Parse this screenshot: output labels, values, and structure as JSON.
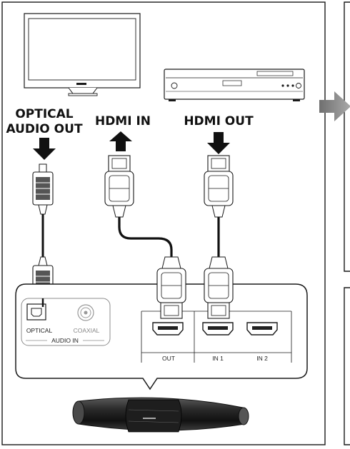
{
  "labels": {
    "optical_audio_out_line1": "OPTICAL",
    "optical_audio_out_line2": "AUDIO OUT",
    "hdmi_in": "HDMI IN",
    "hdmi_out": "HDMI OUT"
  },
  "panel": {
    "optical": "OPTICAL",
    "coaxial": "COAXIAL",
    "audio_in": "AUDIO IN",
    "out": "OUT",
    "in1": "IN 1",
    "in2": "IN 2"
  },
  "colors": {
    "stroke": "#1a1a1a",
    "arrow_gray": "#8a8a8a"
  },
  "icons": {
    "tv": "tv-icon",
    "player": "bluray-player-icon",
    "soundbar": "soundbar-icon"
  }
}
